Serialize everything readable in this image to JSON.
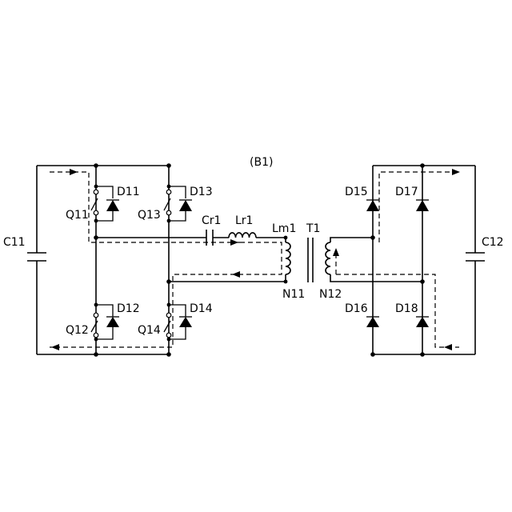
{
  "figure_label": "(B1)",
  "labels": {
    "C11": "C11",
    "C12": "C12",
    "Q11": "Q11",
    "Q12": "Q12",
    "Q13": "Q13",
    "Q14": "Q14",
    "D11": "D11",
    "D12": "D12",
    "D13": "D13",
    "D14": "D14",
    "D15": "D15",
    "D16": "D16",
    "D17": "D17",
    "D18": "D18",
    "Cr1": "Cr1",
    "Lr1": "Lr1",
    "Lm1": "Lm1",
    "T1": "T1",
    "N11": "N11",
    "N12": "N12"
  }
}
